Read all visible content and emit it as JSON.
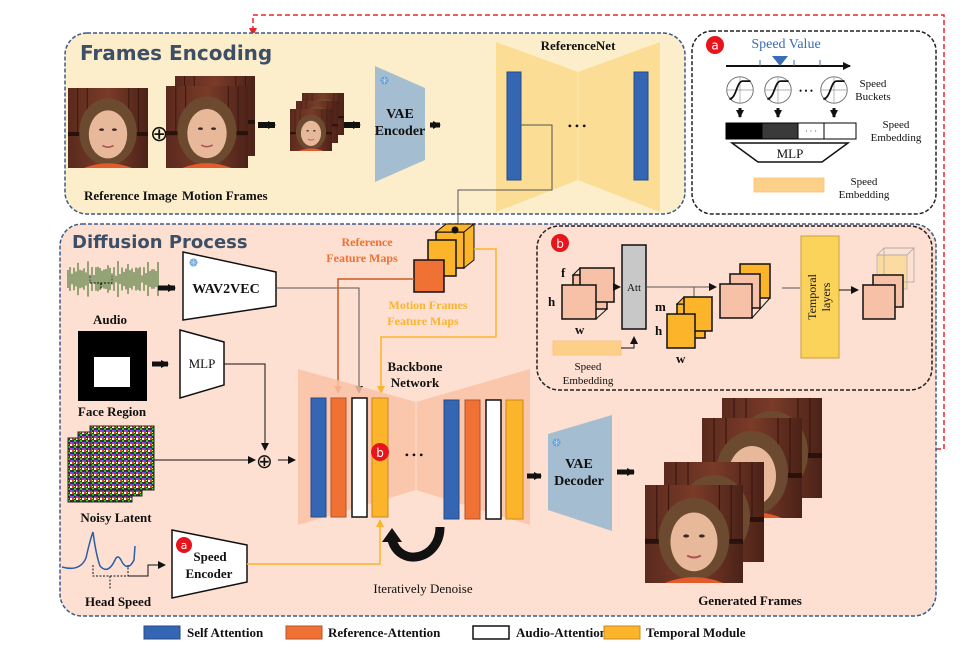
{
  "colors": {
    "frames_bg": "#fdeecb",
    "diffusion_bg": "#fde0d1",
    "panel_border": "#3d5a8a",
    "red_dashed": "#e8262a",
    "self_attention": "#3566b3",
    "reference_attention": "#ef7134",
    "audio_attention": "#ffffff",
    "temporal_module": "#fcb42b",
    "vae": "#a5bdd1",
    "referencenet_fill": "#fcd98c",
    "backbone_fill": "#f9c2a6",
    "badge_red": "#e8141c",
    "ref_feature_text": "#ef7134",
    "motion_feature_text": "#fcb42b",
    "speed_value_text": "#3a6db5"
  },
  "sections": {
    "frames_encoding": "Frames Encoding",
    "diffusion_process": "Diffusion Process"
  },
  "frames_encoding": {
    "reference_image": "Reference Image",
    "motion_frames": "Motion Frames",
    "vae_encoder_line1": "VAE",
    "vae_encoder_line2": "Encoder",
    "referencenet": "ReferenceNet",
    "ellipsis": "• • •",
    "plus_symbol": "⊕"
  },
  "panel_a": {
    "badge": "a",
    "speed_value": "Speed Value",
    "speed_buckets_line1": "Speed",
    "speed_buckets_line2": "Buckets",
    "speed_embedding1_line1": "Speed",
    "speed_embedding1_line2": "Embedding",
    "mlp": "MLP",
    "speed_embedding2_line1": "Speed",
    "speed_embedding2_line2": "Embedding",
    "bucket_ellipsis": "• • •",
    "cell_ellipsis": "· · ·"
  },
  "panel_b": {
    "badge": "b",
    "dim_f": "f",
    "dim_h1": "h",
    "dim_w1": "w",
    "att": "Att",
    "dim_m": "m",
    "dim_h2": "h",
    "dim_w2": "w",
    "speed_embedding_line1": "Speed",
    "speed_embedding_line2": "Embedding",
    "temporal_layers_line1": "Temporal",
    "temporal_layers_line2": "layers"
  },
  "diffusion": {
    "audio": "Audio",
    "wav2vec": "WAV2VEC",
    "face_region": "Face Region",
    "mlp": "MLP",
    "noisy_latent": "Noisy Latent",
    "head_speed": "Head Speed",
    "speed_encoder_line1": "Speed",
    "speed_encoder_line2": "Encoder",
    "speed_encoder_badge": "a",
    "reference_feature_maps_line1": "Reference",
    "reference_feature_maps_line2": "Feature Maps",
    "motion_feature_maps_line1": "Motion Frames",
    "motion_feature_maps_line2": "Feature Maps",
    "backbone_line1": "Backbone",
    "backbone_line2": "Network",
    "backbone_badge": "b",
    "ellipsis": "• • •",
    "iteratively_denoise": "Iteratively Denoise",
    "vae_decoder_line1": "VAE",
    "vae_decoder_line2": "Decoder",
    "generated_frames": "Generated Frames",
    "plus_symbol": "⊕"
  },
  "legend": [
    {
      "label": "Self Attention",
      "color": "#3566b3"
    },
    {
      "label": "Reference-Attention",
      "color": "#ef7134"
    },
    {
      "label": "Audio-Attention",
      "color": "#ffffff"
    },
    {
      "label": "Temporal Module",
      "color": "#fcb42b"
    }
  ]
}
